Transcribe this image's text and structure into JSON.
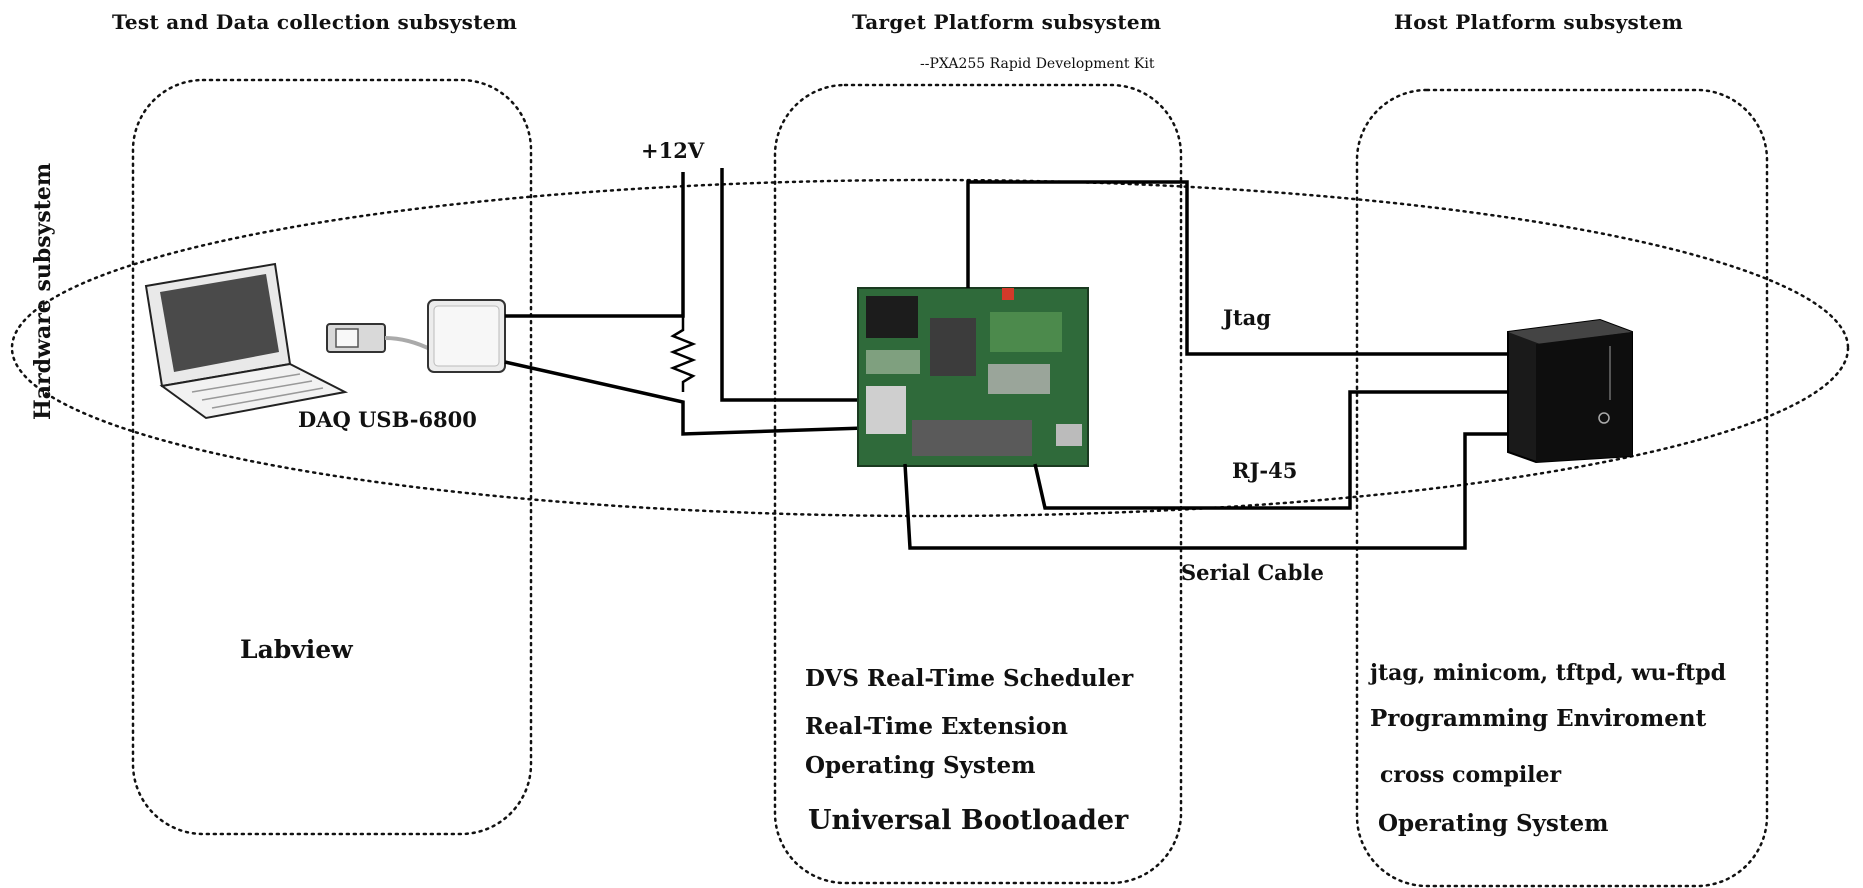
{
  "headers": {
    "test_data": "Test and Data collection subsystem",
    "target": "Target Platform subsystem",
    "target_sub": "--PXA255 Rapid Development Kit",
    "host": "Host Platform subsystem"
  },
  "hardware_label": "Hardware subsystem",
  "power_label": "+12V",
  "daq_label": "DAQ USB-6800",
  "links": {
    "jtag": "Jtag",
    "rj45": "RJ-45",
    "serial": "Serial Cable"
  },
  "test_software": [
    "Labview"
  ],
  "target_software": [
    "DVS Real-Time Scheduler",
    "Real-Time Extension",
    "Operating System",
    "Universal Bootloader"
  ],
  "host_software": [
    "jtag, minicom, tftpd, wu-ftpd",
    "Programming Enviroment",
    "cross compiler",
    "Operating System"
  ],
  "icons": [
    "laptop-icon",
    "usb-plug-icon",
    "daq-device-icon",
    "resistor-icon",
    "dev-board-icon",
    "desktop-tower-icon"
  ]
}
